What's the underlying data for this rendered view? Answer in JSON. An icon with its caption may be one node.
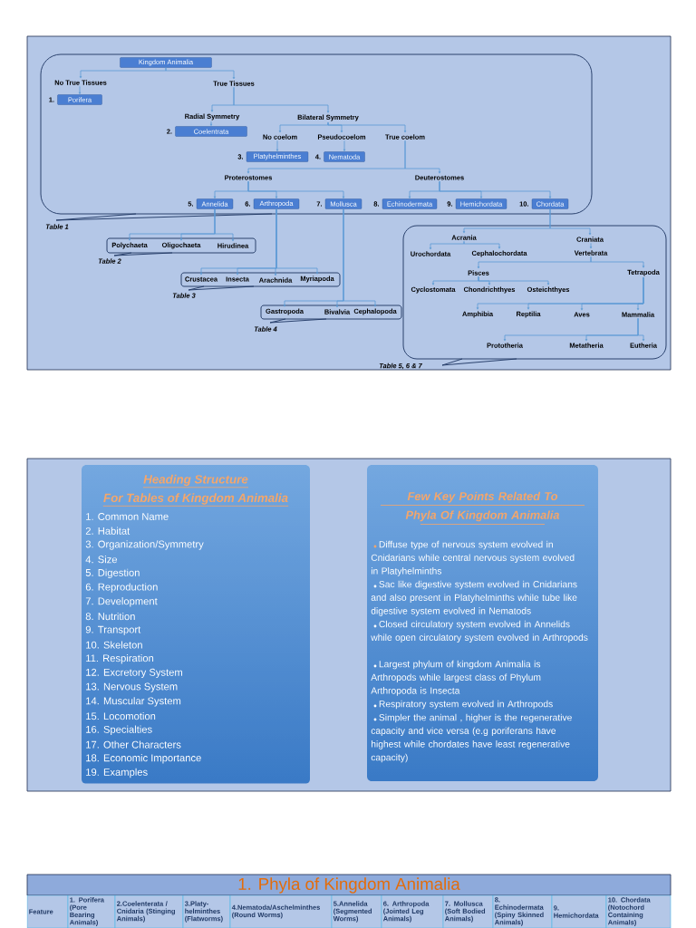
{
  "diagram": {
    "nodes": [
      {
        "text": [
          "Table 1"
        ]
      },
      {
        "text": [
          "Kingdom Animalia"
        ],
        "in": 0
      },
      {
        "text": [
          "No True Tissues"
        ],
        "in": 0
      },
      {
        "text": [
          "Porifera"
        ],
        "beside": [
          "1."
        ],
        "in": 0
      },
      {
        "text": [
          "True Tissues"
        ],
        "in": 0
      },
      {
        "text": [
          "Radial Symmetry"
        ],
        "in": 0
      },
      {
        "text": [
          "Coelentrata"
        ],
        "beside": [
          "2."
        ],
        "in": 0
      },
      {
        "text": [
          "Bilateral Symmetry"
        ],
        "in": 0
      },
      {
        "text": [
          "No coelom"
        ],
        "in": 0
      },
      {
        "text": [
          "Platyhelminthes"
        ],
        "beside": [
          "3."
        ],
        "in": 0
      },
      {
        "text": [
          "Pseudocoelom"
        ],
        "in": 0
      },
      {
        "text": [
          "Nematoda"
        ],
        "beside": [
          "4."
        ],
        "in": 0
      },
      {
        "text": [
          "True coelom"
        ],
        "in": 0
      },
      {
        "text": [
          "Proterostomes"
        ],
        "in": 0
      },
      {
        "text": [
          "Deuterostomes"
        ],
        "in": 0
      },
      {
        "text": [
          "Annelida"
        ],
        "beside": [
          "5."
        ],
        "in": 0
      },
      {
        "text": [
          "Arthropoda"
        ],
        "beside": [
          "6."
        ],
        "in": 0
      },
      {
        "text": [
          "Mollusca"
        ],
        "beside": [
          "7."
        ],
        "in": 0
      },
      {
        "text": [
          "Echinodermata"
        ],
        "beside": [
          "8."
        ],
        "in": 0
      },
      {
        "text": [
          "Hemichordata"
        ],
        "beside": [
          "9."
        ],
        "in": 0
      },
      {
        "text": [
          "Chordata"
        ],
        "beside": [
          "10."
        ],
        "in": 0
      },
      {
        "text": [
          "Table 2"
        ]
      },
      {
        "text": [
          "Polychaeta"
        ],
        "in": 21
      },
      {
        "text": [
          "Oligochaeta"
        ],
        "in": 21
      },
      {
        "text": [
          "Hirudinea"
        ],
        "in": 21
      },
      {
        "text": [
          "Table 3"
        ]
      },
      {
        "text": [
          "Crustacea"
        ],
        "in": 25
      },
      {
        "text": [
          "Insecta"
        ],
        "in": 25
      },
      {
        "text": [
          "Arachnida"
        ],
        "in": 25
      },
      {
        "text": [
          "Myriapoda"
        ],
        "in": 25
      },
      {
        "text": [
          "Table 4"
        ]
      },
      {
        "text": [
          "Gastropoda"
        ],
        "in": 30
      },
      {
        "text": [
          "Bivalvia"
        ],
        "in": 30
      },
      {
        "text": [
          "Cephalopoda"
        ],
        "in": 30
      },
      {
        "text": [
          "Table 5, 6 & 7"
        ]
      },
      {
        "text": [
          "Acrania"
        ],
        "in": 34
      },
      {
        "text": [
          "Craniata"
        ],
        "in": 34
      },
      {
        "text": [
          "Urochordata"
        ],
        "in": 34
      },
      {
        "text": [
          "Cephalochordata"
        ],
        "in": 34
      },
      {
        "text": [
          "Vertebrata"
        ],
        "in": 34
      },
      {
        "text": [
          "Pisces"
        ],
        "in": 34
      },
      {
        "text": [
          "Tetrapoda"
        ],
        "in": 34
      },
      {
        "text": [
          "Cyclostomata"
        ],
        "in": 34
      },
      {
        "text": [
          "Chondrichthyes"
        ],
        "in": 34
      },
      {
        "text": [
          "Osteichthyes"
        ],
        "in": 34
      },
      {
        "text": [
          "Amphibia"
        ],
        "in": 34
      },
      {
        "text": [
          "Reptilia"
        ],
        "in": 34
      },
      {
        "text": [
          "Aves"
        ],
        "in": 34
      },
      {
        "text": [
          "Mammalia"
        ],
        "in": 34
      },
      {
        "text": [
          "Prototheria"
        ],
        "in": 34
      },
      {
        "text": [
          "Metatheria"
        ],
        "in": 34
      },
      {
        "text": [
          "Eutheria"
        ],
        "in": 34
      },
      {
        "text": [
          "Heading Structure",
          "For Tables of Kingdom Animalia",
          "1. Common Name",
          "2. Habitat",
          "3. Organization/Symmetry",
          "4. Size",
          "5. Digestion",
          "6. Reproduction",
          "7. Development",
          "8. Nutrition",
          "9. Transport",
          "10. Skeleton",
          "11. Respiration",
          "12. Excretory System",
          "13. Nervous System",
          "14. Muscular System",
          "15. Locomotion",
          "16. Specialties",
          "17. Other Characters",
          "18. Economic  Importance",
          "19. Examples"
        ]
      },
      {
        "text": [
          "Few Key Points Related To Phyla Of Kingdom Animalia",
          "Diffuse type of nervous system evolved in Cnidarians while central nervous system evolved in Platyhelminths",
          "Sac like digestive system evolved in Cnidarians and also present in Platyhelminths while tube like digestive system evolved in Nematods",
          "Closed circulatory system evolved in Annelids while open circulatory system evolved in Arthropods",
          "Largest phylum of kingdom Animalia is Arthropods while largest class of Phylum Arthropoda is Insecta",
          "Respiratory system evolved in Arthropods",
          "Simpler the animal , higher is the regenerative capacity and vice versa (e.g poriferans have highest while chordates have least regenerative capacity)"
        ]
      }
    ],
    "edges": [
      {
        "from": 1,
        "to": 2,
        "arrow": "to"
      },
      {
        "from": 1,
        "to": 4,
        "arrow": "to"
      },
      {
        "from": 2,
        "to": 3,
        "arrow": "to"
      },
      {
        "from": 4,
        "to": 5,
        "arrow": "to"
      },
      {
        "from": 4,
        "to": 7,
        "arrow": "to"
      },
      {
        "from": 5,
        "to": 6,
        "arrow": "to"
      },
      {
        "from": 7,
        "to": 8,
        "arrow": "to"
      },
      {
        "from": 7,
        "to": 10,
        "arrow": "to"
      },
      {
        "from": 7,
        "to": 12,
        "arrow": "to"
      },
      {
        "from": 8,
        "to": 9,
        "arrow": "to"
      },
      {
        "from": 10,
        "to": 11,
        "arrow": "to"
      },
      {
        "from": 12,
        "to": 13,
        "arrow": "to"
      },
      {
        "from": 12,
        "to": 14,
        "arrow": "to"
      },
      {
        "from": 13,
        "to": 15,
        "arrow": "to"
      },
      {
        "from": 13,
        "to": 16,
        "arrow": "to"
      },
      {
        "from": 13,
        "to": 17,
        "arrow": "to"
      },
      {
        "from": 14,
        "to": 18,
        "arrow": "to"
      },
      {
        "from": 14,
        "to": 19,
        "arrow": "to"
      },
      {
        "from": 14,
        "to": 20,
        "arrow": "to"
      },
      {
        "from": 15,
        "to": 22,
        "arrow": "to"
      },
      {
        "from": 15,
        "to": 23,
        "arrow": "to"
      },
      {
        "from": 15,
        "to": 24,
        "arrow": "to"
      },
      {
        "from": 16,
        "to": 26,
        "arrow": "to"
      },
      {
        "from": 16,
        "to": 27,
        "arrow": "to"
      },
      {
        "from": 16,
        "to": 28,
        "arrow": "to"
      },
      {
        "from": 16,
        "to": 29,
        "arrow": "to"
      },
      {
        "from": 17,
        "to": 31,
        "arrow": "to"
      },
      {
        "from": 17,
        "to": 32,
        "arrow": "to"
      },
      {
        "from": 17,
        "to": 33,
        "arrow": "to"
      },
      {
        "from": 20,
        "to": 35,
        "arrow": "to"
      },
      {
        "from": 20,
        "to": 36,
        "arrow": "to"
      },
      {
        "from": 35,
        "to": 37,
        "arrow": "to"
      },
      {
        "from": 35,
        "to": 38,
        "arrow": "to"
      },
      {
        "from": 36,
        "to": 39,
        "arrow": "to"
      },
      {
        "from": 39,
        "to": 40,
        "arrow": "to"
      },
      {
        "from": 39,
        "to": 41,
        "arrow": "to"
      },
      {
        "from": 40,
        "to": 42,
        "arrow": "to"
      },
      {
        "from": 40,
        "to": 43,
        "arrow": "to"
      },
      {
        "from": 40,
        "to": 44,
        "arrow": "to"
      },
      {
        "from": 41,
        "to": 45,
        "arrow": "to"
      },
      {
        "from": 41,
        "to": 46,
        "arrow": "to"
      },
      {
        "from": 41,
        "to": 47,
        "arrow": "to"
      },
      {
        "from": 41,
        "to": 48,
        "arrow": "to"
      },
      {
        "from": 48,
        "to": 49,
        "arrow": "to"
      },
      {
        "from": 48,
        "to": 50,
        "arrow": "to"
      },
      {
        "from": 48,
        "to": 51,
        "arrow": "to"
      }
    ],
    "labels": [
      "1. Phyla of Kingdom Animalia",
      "Feature",
      "1. Porifera (Pore Bearing Animals)",
      "2.Coelenterata / Cnidaria (Stinging Animals)",
      "3.Platy-helminthes (Flatworms)",
      "4.Nematoda/Aschelminthes (Round Worms)",
      "5.Annelida (Segmented Worms)",
      "6. Arthropoda (Jointed Leg Animals)",
      "7. Mollusca (Soft Bodied Animals)",
      "8. Echinodermata (Spiny Skinned Animals)",
      "9. Hemichordata",
      "10. Chordata (Notochord Containing Animals)"
    ]
  }
}
